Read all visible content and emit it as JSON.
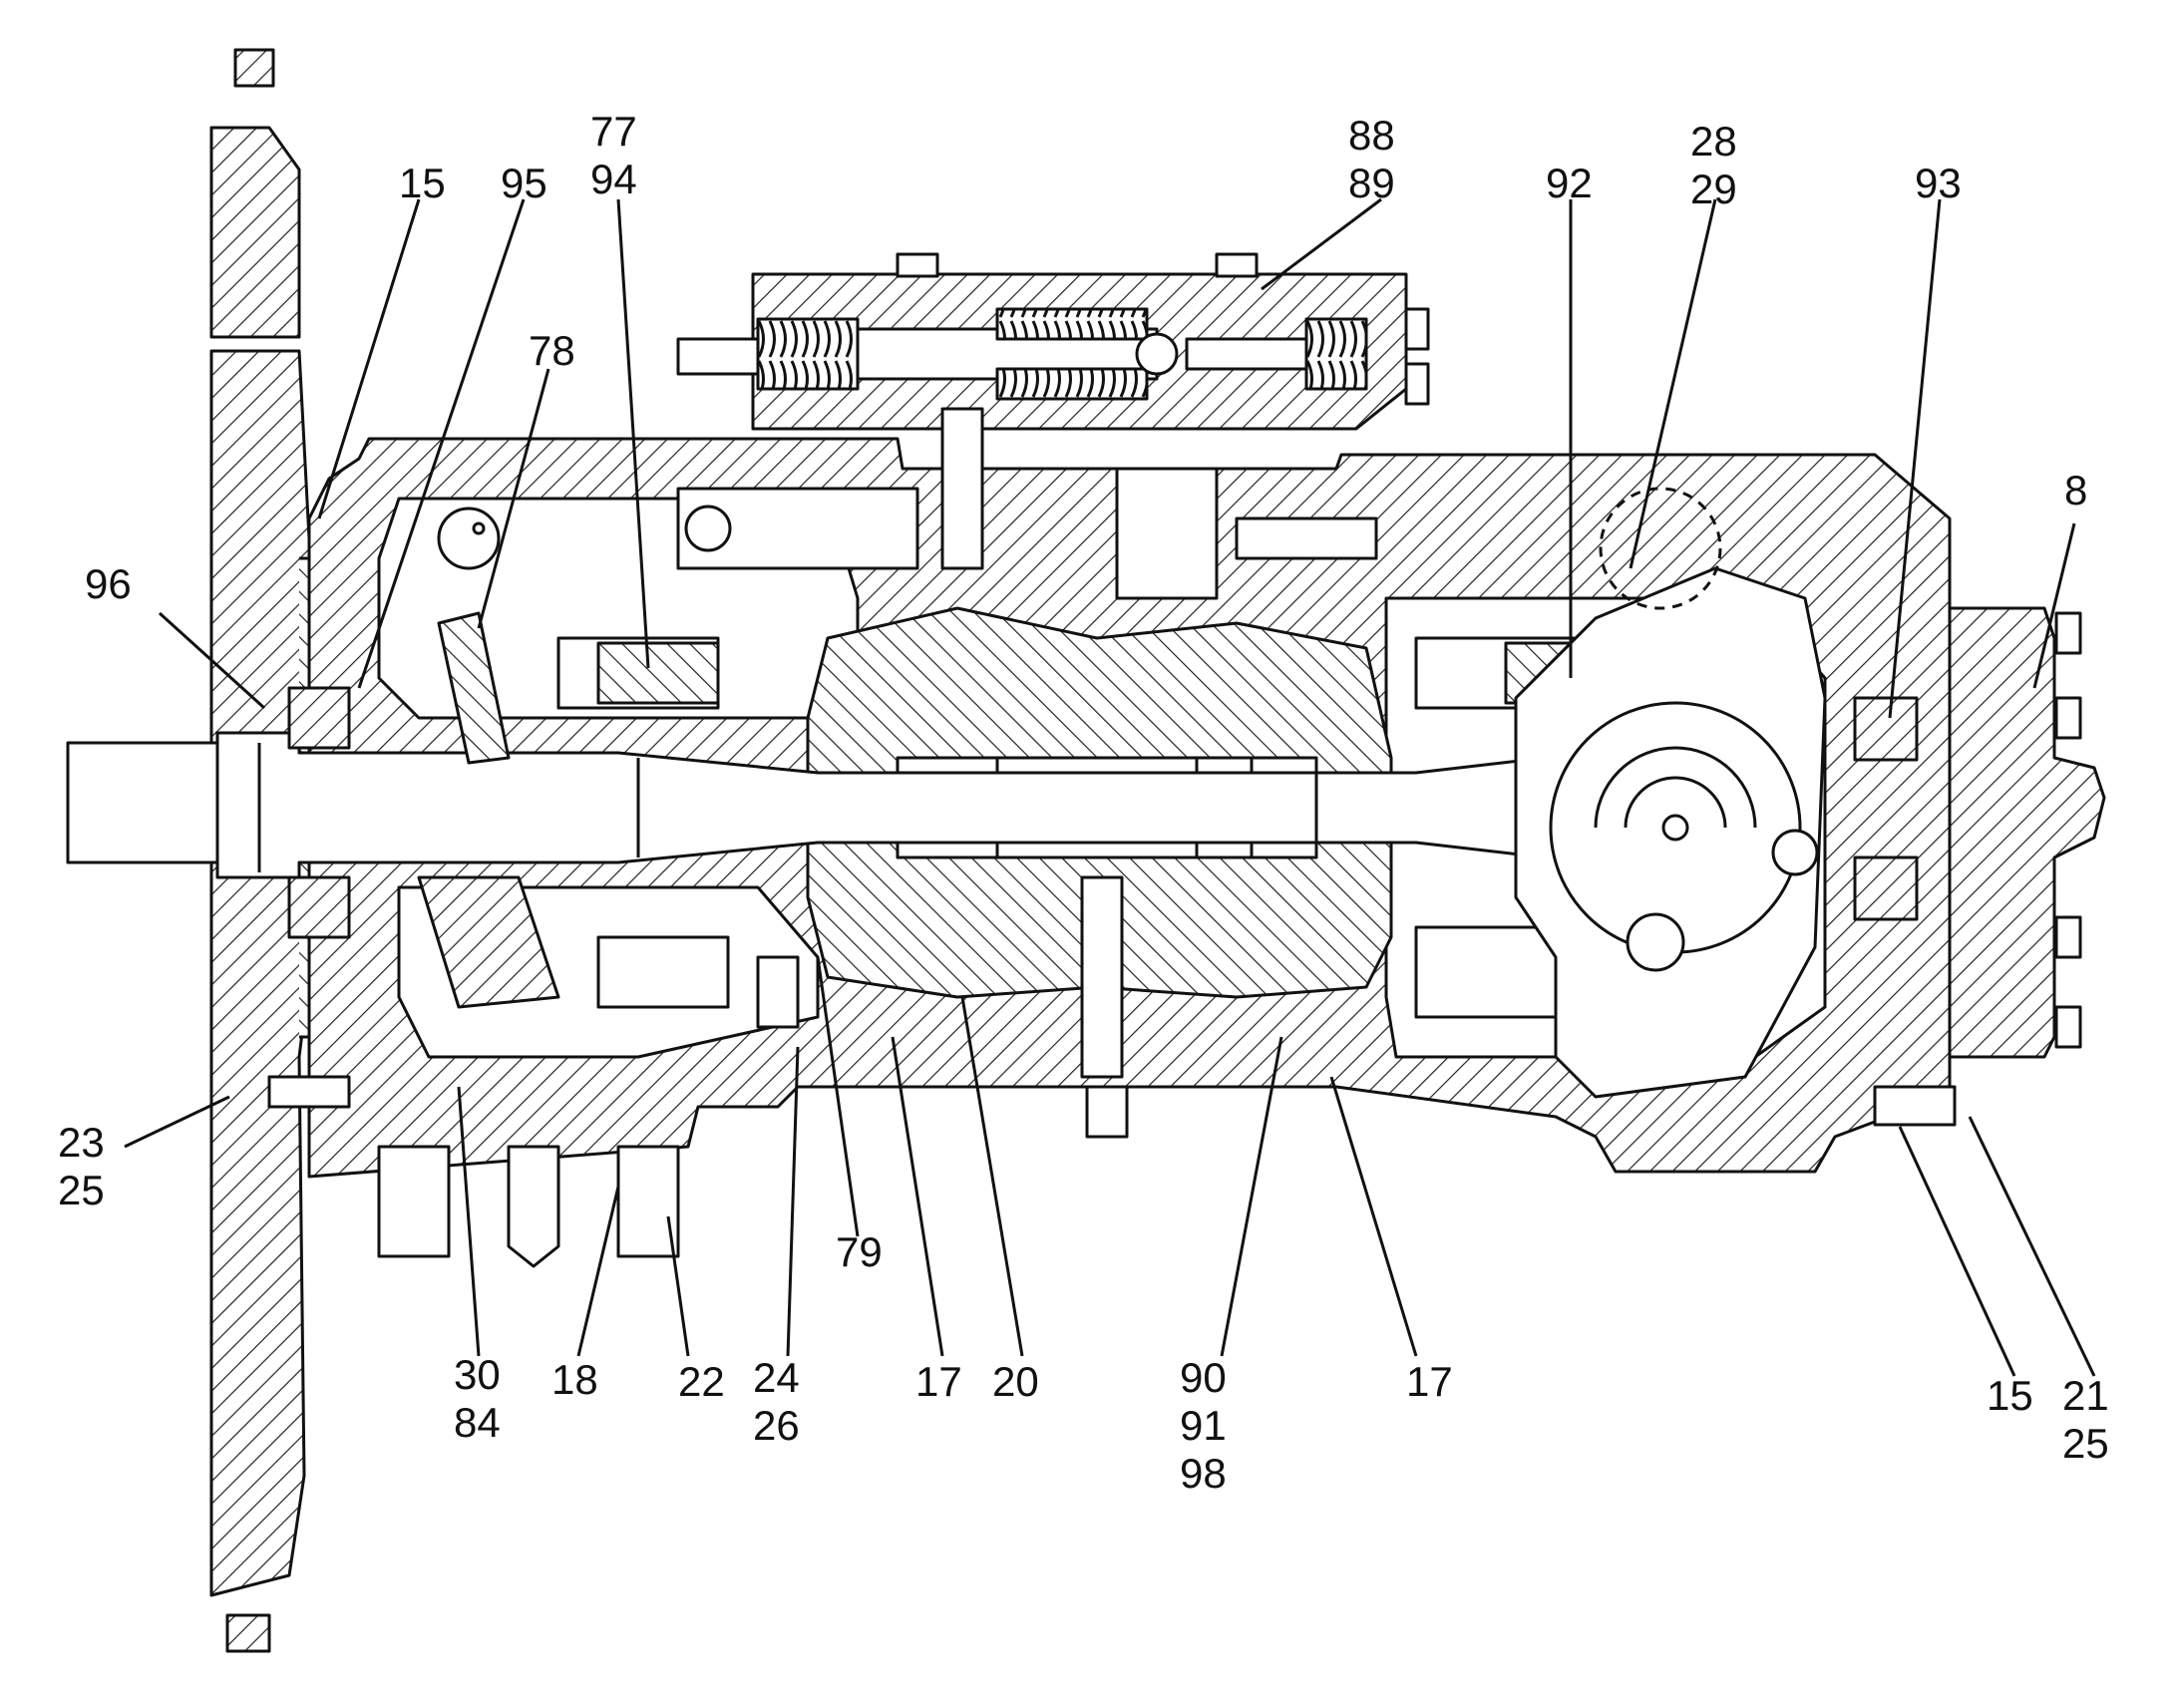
{
  "figure": {
    "colors": {
      "ink": "#111111",
      "paper": "#ffffff",
      "hatch": "#222222"
    }
  },
  "callouts": [
    {
      "id": "c15a",
      "lines": [
        "15"
      ]
    },
    {
      "id": "c95",
      "lines": [
        "95"
      ]
    },
    {
      "id": "c77",
      "lines": [
        "77",
        "94"
      ]
    },
    {
      "id": "c78",
      "lines": [
        "78"
      ]
    },
    {
      "id": "c88",
      "lines": [
        "88",
        "89"
      ]
    },
    {
      "id": "c92",
      "lines": [
        "92"
      ]
    },
    {
      "id": "c28",
      "lines": [
        "28",
        "29"
      ]
    },
    {
      "id": "c93",
      "lines": [
        "93"
      ]
    },
    {
      "id": "c8",
      "lines": [
        "8"
      ]
    },
    {
      "id": "c96",
      "lines": [
        "96"
      ]
    },
    {
      "id": "c23",
      "lines": [
        "23",
        "25"
      ]
    },
    {
      "id": "c30",
      "lines": [
        "30",
        "84"
      ]
    },
    {
      "id": "c18",
      "lines": [
        "18"
      ]
    },
    {
      "id": "c22",
      "lines": [
        "22"
      ]
    },
    {
      "id": "c24",
      "lines": [
        "24",
        "26"
      ]
    },
    {
      "id": "c79",
      "lines": [
        "79"
      ]
    },
    {
      "id": "c17a",
      "lines": [
        "17"
      ]
    },
    {
      "id": "c20",
      "lines": [
        "20"
      ]
    },
    {
      "id": "c90",
      "lines": [
        "90",
        "91",
        "98"
      ]
    },
    {
      "id": "c17b",
      "lines": [
        "17"
      ]
    },
    {
      "id": "c15b",
      "lines": [
        "15"
      ]
    },
    {
      "id": "c21",
      "lines": [
        "21",
        "25"
      ]
    }
  ]
}
